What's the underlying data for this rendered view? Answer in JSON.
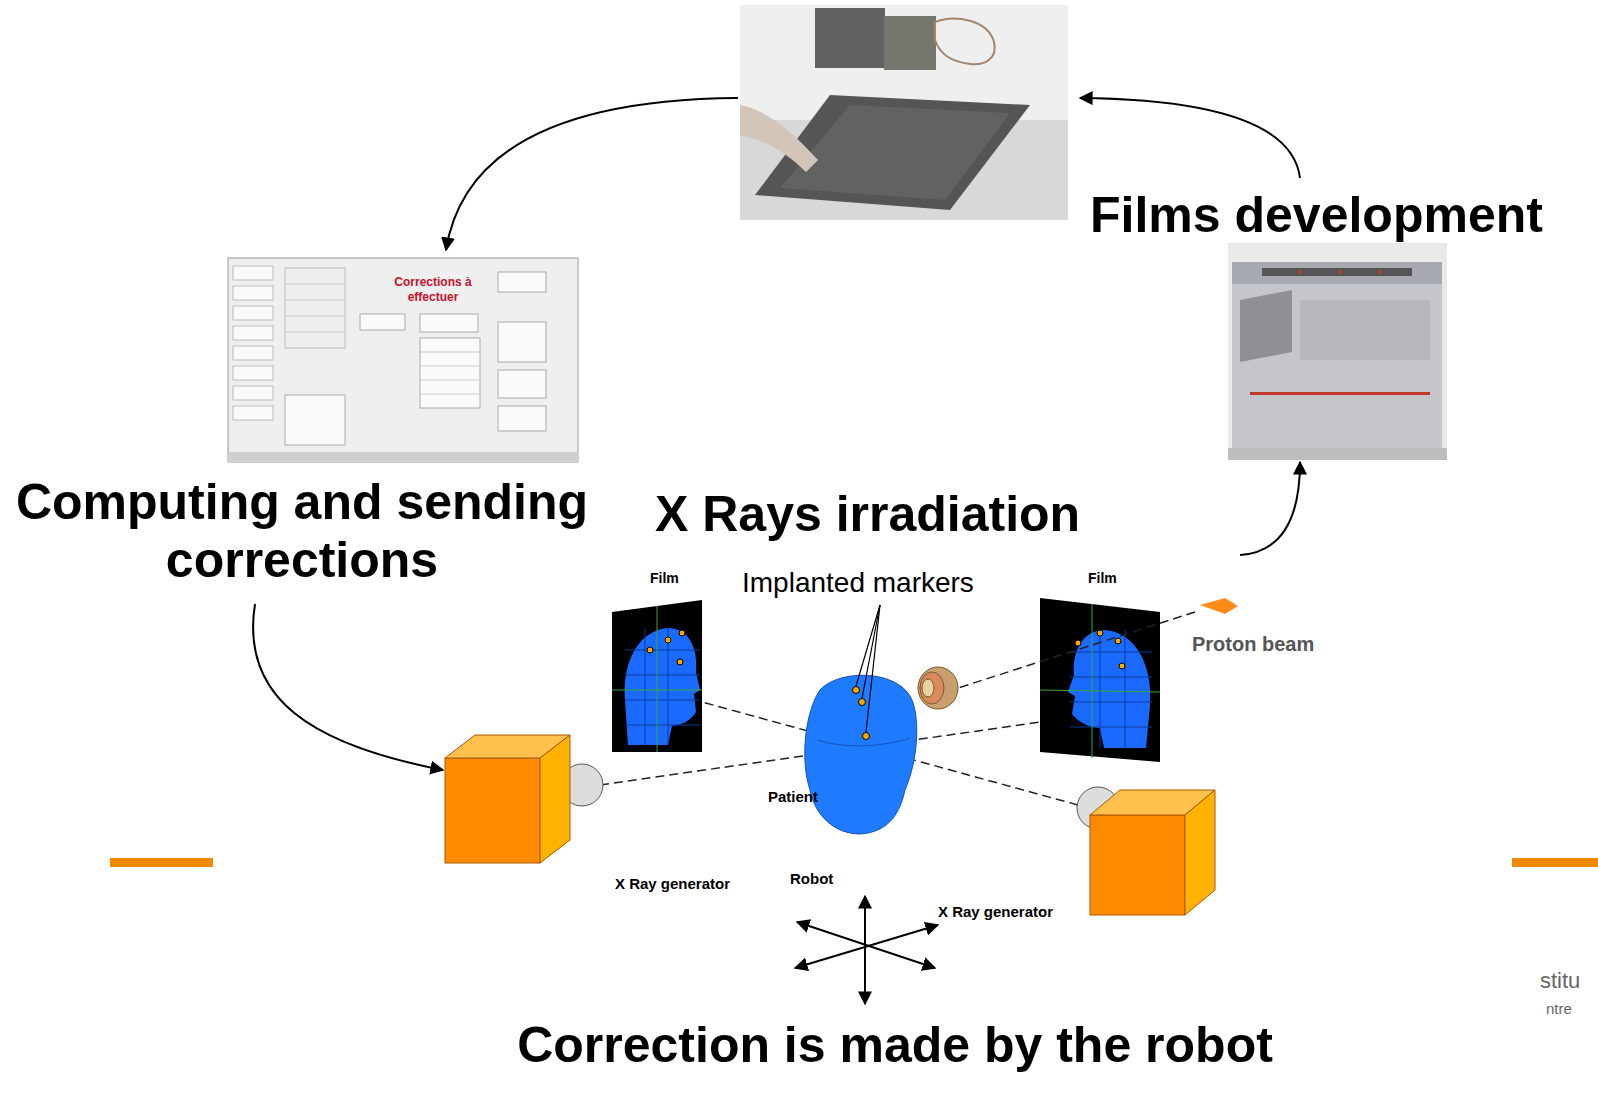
{
  "diagram": {
    "nodes": [
      {
        "text": [
          "Films development"
        ]
      },
      {
        "text": [
          "Corrections à effectuer",
          "Computing and sending corrections"
        ]
      },
      {
        "text": [
          "X Rays irradiation"
        ]
      },
      {
        "text": [
          "X Ray generator"
        ],
        "in": 2
      },
      {
        "text": [
          "X Ray generator"
        ],
        "in": 2
      }
    ],
    "edges": [
      {
        "from": 2,
        "to": 0,
        "arrow": "to"
      },
      {
        "from": 1,
        "to": 3,
        "arrow": "to"
      }
    ],
    "labels": [
      "Film",
      "Implanted markers",
      "Film",
      "Proton beam",
      "Patient",
      "Robot",
      "Correction is made by the robot",
      "stitu",
      "ntre"
    ]
  }
}
